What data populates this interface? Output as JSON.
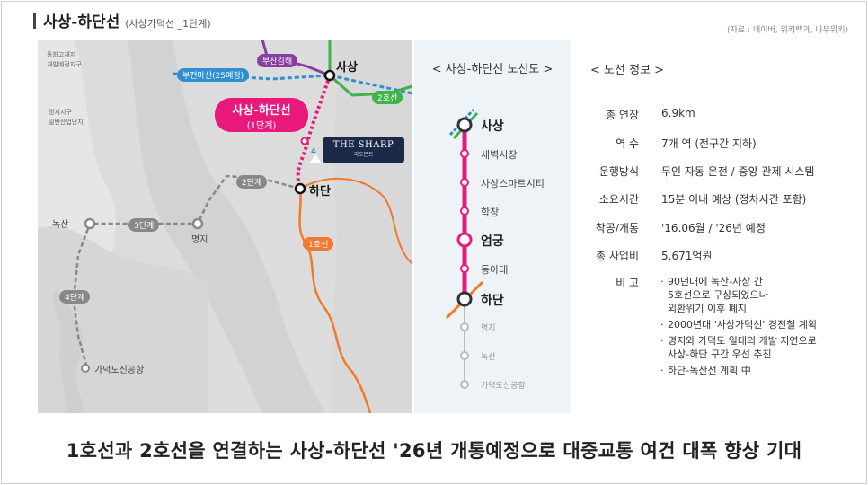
{
  "header": {
    "title": "사상-하단선",
    "subtitle": "(사상가덕선 _1단계)",
    "source": "(자료 : 네이버, 위키백과, 나무위키)"
  },
  "map": {
    "station_sasang": "사상",
    "station_hadan": "하단",
    "callout_title": "사상-하단선",
    "callout_sub": "(1단계)",
    "sharp_title": "THE SHARP",
    "sharp_sub": "리오몬트",
    "sharp_number": "4",
    "tag_busan_gimhae": "부산김해",
    "tag_bujeon_masan": "부전마산(25예정)",
    "tag_line2": "2호선",
    "tag_line1": "1호선",
    "tag_stage2": "2단계",
    "tag_stage3": "3단계",
    "tag_stage4": "4단계",
    "place_noksan": "녹산",
    "place_myeongji": "명지",
    "place_gadeok": "가덕도신공항",
    "place_area1": "동화고재지\n개발예정지구",
    "place_area2": "명지지구\n일반산업단지",
    "colors": {
      "magenta": "#e8197a",
      "navy": "#1c2a4a",
      "line1": "#f07a2e",
      "line2": "#3db34a",
      "gimhae": "#8a3fa0",
      "bujeon": "#2f8fd1"
    }
  },
  "route": {
    "title": "< 사상-하단선 노선도 >",
    "stations": [
      {
        "name": "사상",
        "type": "big"
      },
      {
        "name": "새벽시장",
        "type": "normal"
      },
      {
        "name": "사상스마트시티",
        "type": "normal"
      },
      {
        "name": "학장",
        "type": "normal"
      },
      {
        "name": "엄궁",
        "type": "big"
      },
      {
        "name": "동아대",
        "type": "normal"
      },
      {
        "name": "하단",
        "type": "big"
      },
      {
        "name": "명지",
        "type": "dim"
      },
      {
        "name": "녹산",
        "type": "dim"
      },
      {
        "name": "가덕도신공항",
        "type": "dim"
      }
    ]
  },
  "info": {
    "title": "< 노선 정보 >",
    "rows": [
      {
        "key": "총 연장",
        "value": "6.9km"
      },
      {
        "key": "역 수",
        "value": "7개 역 (전구간 지하)"
      },
      {
        "key": "운행방식",
        "value": "무인 자동 운전 / 중앙 관제 시스템"
      },
      {
        "key": "소요시간",
        "value": "15분 이내 예상 (정차시간 포함)"
      },
      {
        "key": "착공/개통",
        "value": "'16.06월 / '26년 예정"
      },
      {
        "key": "총 사업비",
        "value": "5,671억원"
      }
    ],
    "remarks_key": "비 고",
    "remarks": [
      "90년대에 녹산-사상 간\n5호선으로 구상되었으나\n외환위기 이후 폐지",
      "2000년대 '사상가덕선' 경전철 계획",
      "명지와 가덕도 일대의 개발 지연으로\n사상-하단 구간 우선 추진",
      "하단-녹산선 계획 中"
    ]
  },
  "headline": "1호선과 2호선을 연결하는 사상-하단선 '26년 개통예정으로 대중교통 여건 대폭 향상 기대"
}
